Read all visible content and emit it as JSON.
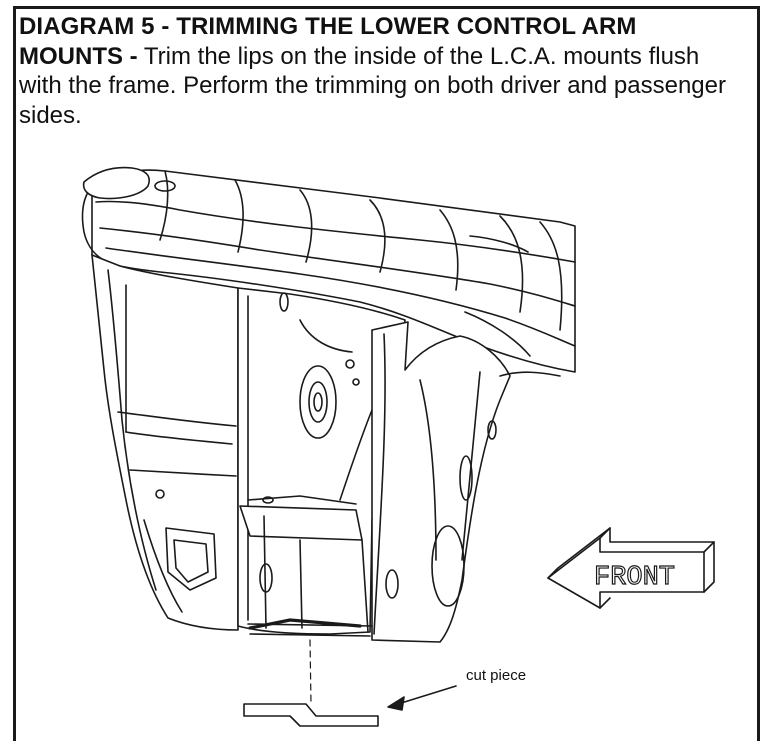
{
  "caption": {
    "title": "DIAGRAM  5 - TRIMMING THE LOWER CONTROL ARM",
    "lead": "MOUNTS -",
    "text": " Trim the lips on the inside of the L.C.A. mounts flush with the frame.  Perform the trimming on both driver and passenger sides."
  },
  "labels": {
    "cut_piece": "cut piece",
    "front": "FRONT"
  },
  "colors": {
    "line": "#1a1a1a",
    "background": "#ffffff"
  }
}
